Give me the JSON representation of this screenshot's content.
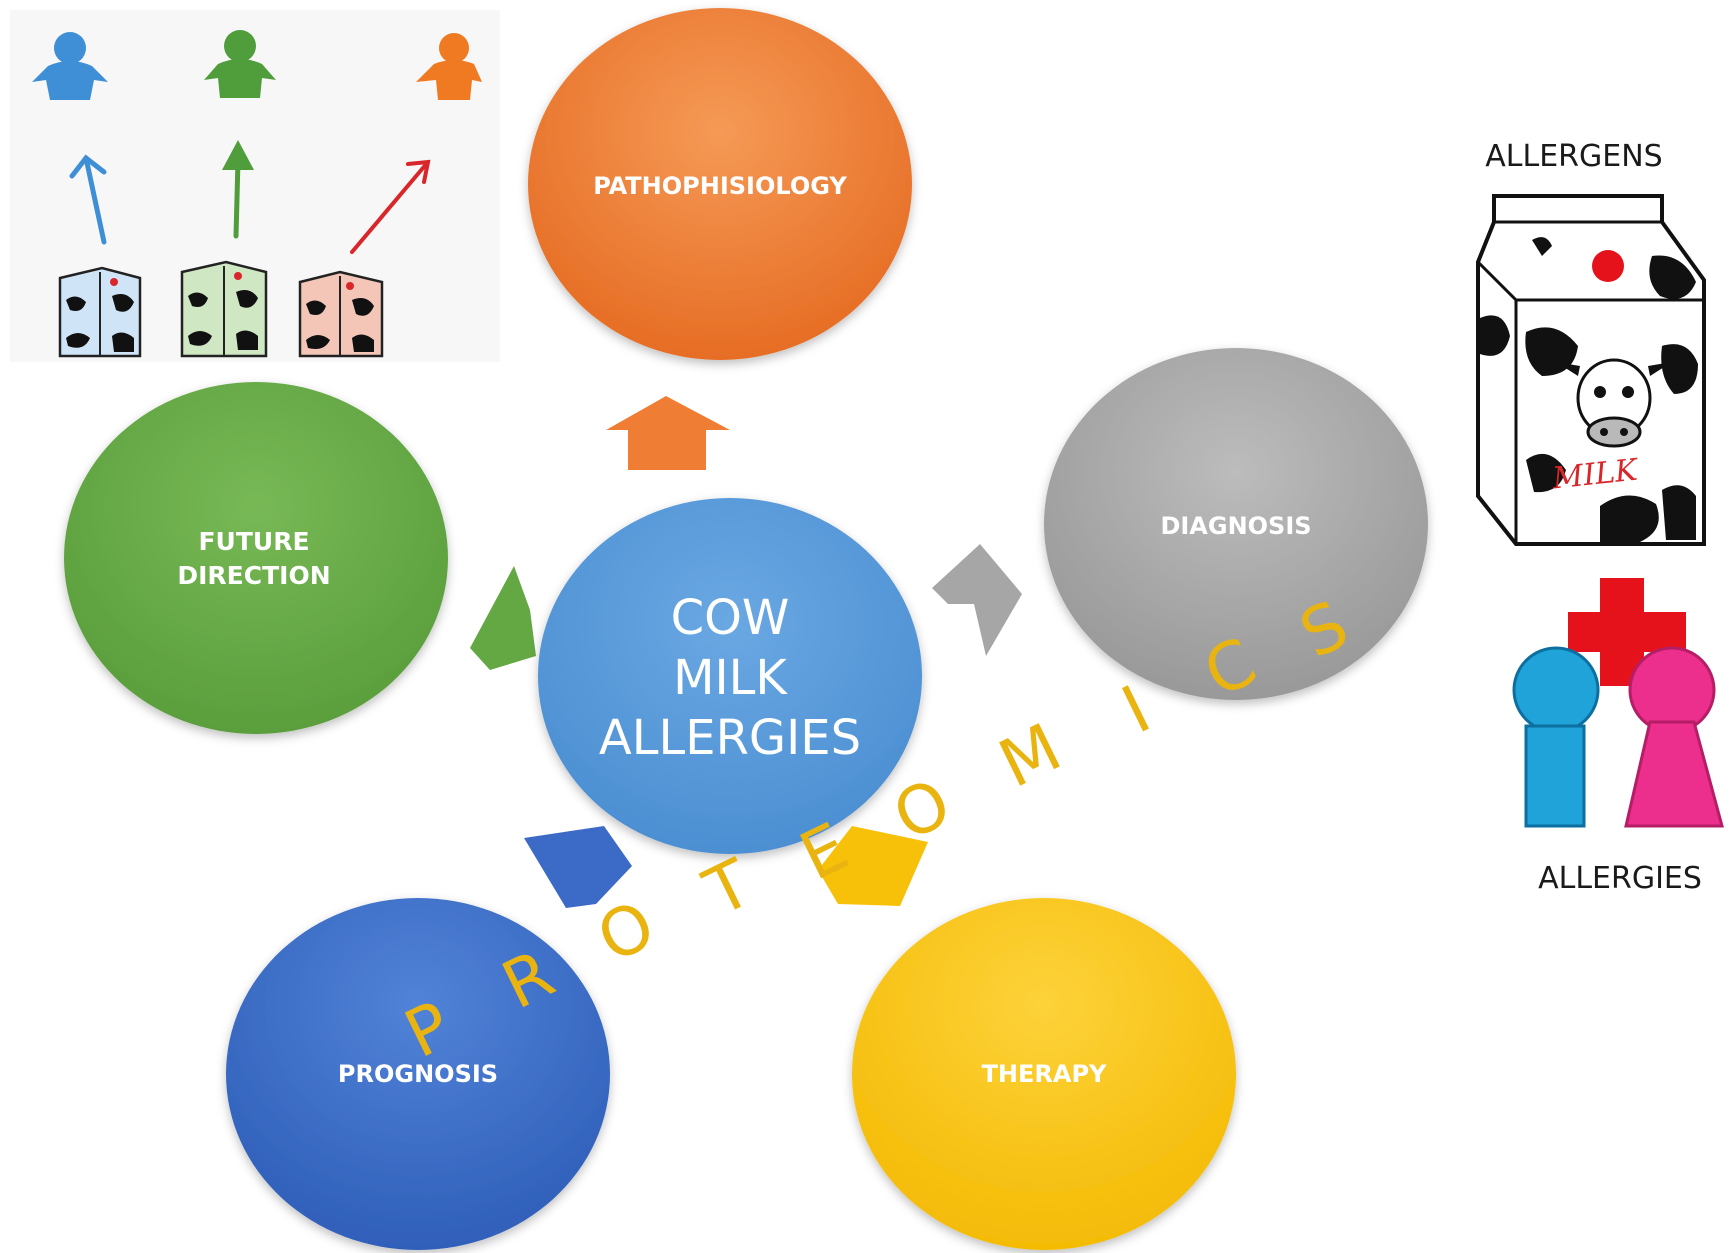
{
  "center": {
    "lines": [
      "COW",
      "MILK",
      "ALLERGIES"
    ]
  },
  "nodes": {
    "pathophysiology": {
      "label": "PATHOPHISIOLOGY"
    },
    "diagnosis": {
      "label": "DIAGNOSIS"
    },
    "future_direction": {
      "lines": [
        "FUTURE",
        "DIRECTION"
      ]
    },
    "prognosis": {
      "label": "PROGNOSIS"
    },
    "therapy": {
      "label": "THERAPY"
    }
  },
  "proteomics": {
    "letters": [
      "P",
      "R",
      "O",
      "T",
      "E",
      "O",
      "M",
      "I",
      "C",
      "S"
    ]
  },
  "right_panel": {
    "allergens_label": "ALLERGENS",
    "allergies_label": "ALLERGIES",
    "milk_carton_text": "MILK"
  },
  "colors": {
    "orange": "#ef7d34",
    "gray": "#a6a6a6",
    "green": "#64a844",
    "blue": "#3b6bc6",
    "yellow": "#f8c109",
    "center_blue": "#5b9bd9",
    "proteomics": "#e9b410",
    "cross_red": "#e5121b",
    "person_cyan": "#1fa3d9",
    "person_pink": "#ec2e8c"
  },
  "icons": [
    "milk-carton-icon",
    "person-icon",
    "arrow-icon",
    "red-cross-icon"
  ]
}
